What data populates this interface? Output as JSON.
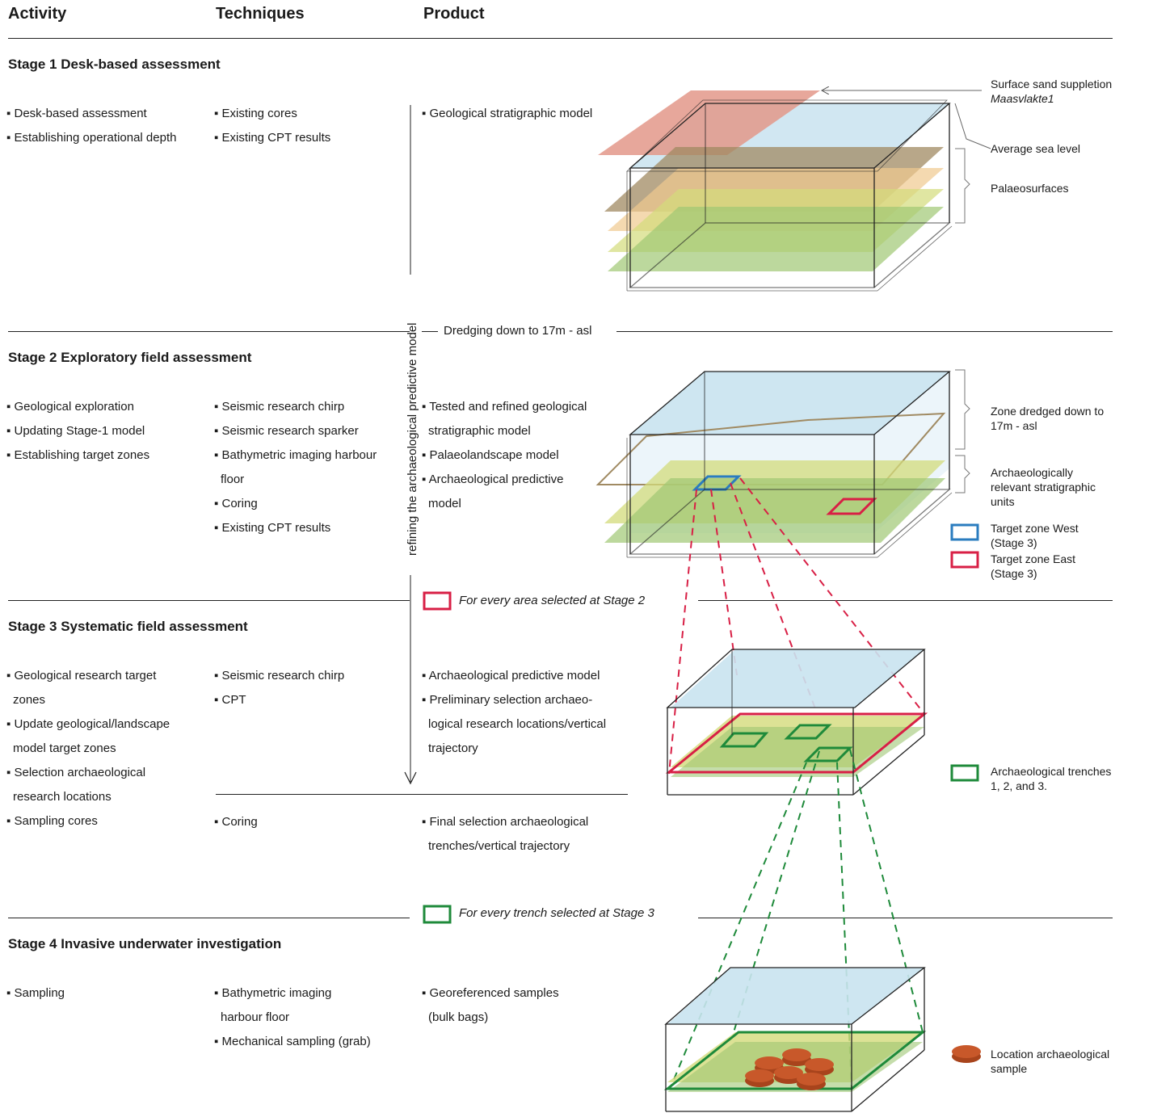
{
  "headers": {
    "activity": "Activity",
    "techniques": "Techniques",
    "product": "Product"
  },
  "side_label": "refining the archaeological predictive model",
  "dividers": {
    "dredging": "Dredging down to 17m - asl",
    "every_area": "For every area selected at Stage 2",
    "every_trench": "For every trench selected at Stage 3"
  },
  "stage1": {
    "title": "Stage 1 Desk-based assessment",
    "activity": [
      "▪ Desk-based assessment",
      "▪ Establishing operational depth"
    ],
    "techniques": [
      "▪ Existing cores",
      "▪ Existing CPT results"
    ],
    "product": [
      "▪ Geological stratigraphic model"
    ]
  },
  "stage2": {
    "title": "Stage 2 Exploratory field assessment",
    "activity": [
      "▪ Geological exploration",
      "▪ Updating Stage-1 model",
      "▪ Establishing target zones"
    ],
    "techniques": [
      "▪ Seismic research chirp",
      "▪ Seismic research sparker",
      "▪ Bathymetric imaging harbour",
      "  floor",
      "▪ Coring",
      "▪ Existing CPT results"
    ],
    "product": [
      "▪ Tested and refined geological",
      "  stratigraphic model",
      "▪ Palaeolandscape model",
      "▪  Archaeological predictive",
      "  model"
    ]
  },
  "stage3": {
    "title": "Stage 3 Systematic field assessment",
    "activity": [
      "▪ Geological research target",
      "  zones",
      "▪ Update geological/landscape",
      "  model target zones",
      "▪ Selection archaeological",
      "  research locations",
      "▪ Sampling cores"
    ],
    "techniques": [
      "▪ Seismic research chirp",
      "▪ CPT"
    ],
    "techniques2": [
      "▪ Coring"
    ],
    "product": [
      "▪ Archaeological predictive model",
      "▪ Preliminary selection archaeo-",
      "  logical research locations/vertical",
      "  trajectory"
    ],
    "product2": [
      "▪ Final selection archaeological",
      "  trenches/vertical trajectory"
    ]
  },
  "stage4": {
    "title": "Stage 4 Invasive underwater investigation",
    "activity": [
      "▪ Sampling"
    ],
    "techniques": [
      "▪ Bathymetric imaging",
      "  harbour floor",
      "▪ Mechanical sampling (grab)"
    ],
    "product": [
      "▪ Georeferenced samples",
      "  (bulk bags)"
    ]
  },
  "annotations": {
    "surface_sand": "Surface sand suppletion",
    "maasvlakte": "Maasvlakte1",
    "sea_level": "Average sea level",
    "palaeosurfaces": "Palaeosurfaces",
    "zone_dredged": [
      "Zone dredged down to",
      "17m - asl"
    ],
    "arch_relevant": [
      "Archaeologically",
      "relevant stratigraphic",
      "units"
    ],
    "target_west": [
      "Target zone West",
      "(Stage 3)"
    ],
    "target_east": [
      "Target zone East",
      "(Stage 3)"
    ],
    "trenches": [
      "Archaeological trenches",
      "1, 2, and 3."
    ],
    "sample_location": [
      "Location archaeological",
      "sample"
    ]
  },
  "colors": {
    "water": "#c9e3f0",
    "sand": "#e3988a",
    "brown": "#a08a62",
    "orange": "#efc98f",
    "yellow": "#d3db7b",
    "green": "#9fc773",
    "red": "#d81f45",
    "blue": "#2a7cbf",
    "trench_green": "#1e8a3a",
    "sample": "#c8582a"
  }
}
